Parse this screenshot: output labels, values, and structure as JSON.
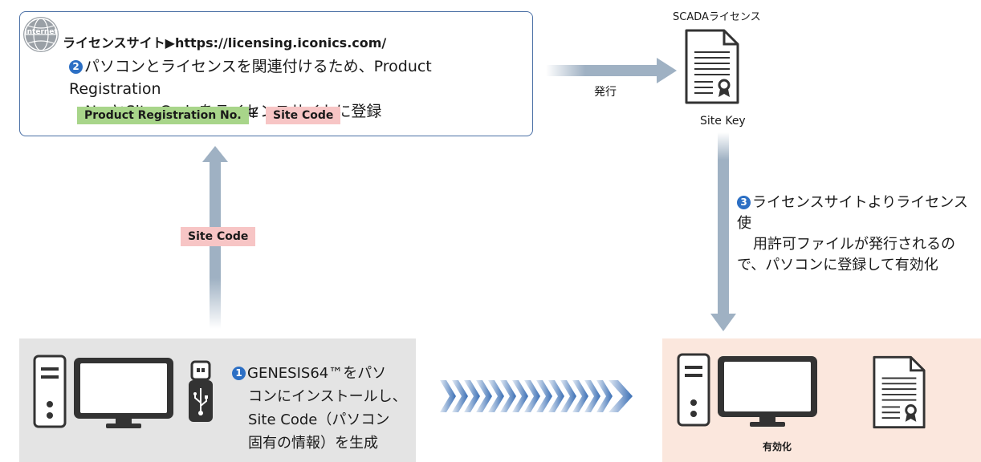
{
  "internet": {
    "globe_label": "Internet",
    "site_title": "ライセンスサイト▶https://licensing.iconics.com/",
    "step2_number": "2",
    "step2_text_line1": "パソコンとライセンスを関連付けるため、Product Registration",
    "step2_text_line2": "No.とSite Codeをライセンスサイトに登録",
    "tag_product_registration": "Product Registration No.",
    "plus": "+",
    "tag_site_code": "Site Code"
  },
  "flow": {
    "issue_label": "発行",
    "site_code_tag": "Site Code"
  },
  "license": {
    "title": "SCADAライセンス",
    "site_key_label": "Site Key"
  },
  "step3": {
    "number": "3",
    "line1": "ライセンスサイトよりライセンス使",
    "line2": "用許可ファイルが発行されるの",
    "line3": "で、パソコンに登録して有効化"
  },
  "step1": {
    "number": "1",
    "line1": "GENESIS64™をパソ",
    "line2": "コンにインストールし、",
    "line3": "Site Code（パソコン",
    "line4": "固有の情報）を生成"
  },
  "activated": {
    "label": "有効化"
  },
  "colors": {
    "box_border": "#4a6fa5",
    "number_circle": "#2c6fc4",
    "arrow": "#9fb1c3",
    "tag_green": "#a8d58a",
    "tag_pink": "#f7c5c5",
    "panel_gray": "#e4e4e4",
    "panel_peach": "#fbe7dd",
    "chevron": "#3a6fb5"
  }
}
